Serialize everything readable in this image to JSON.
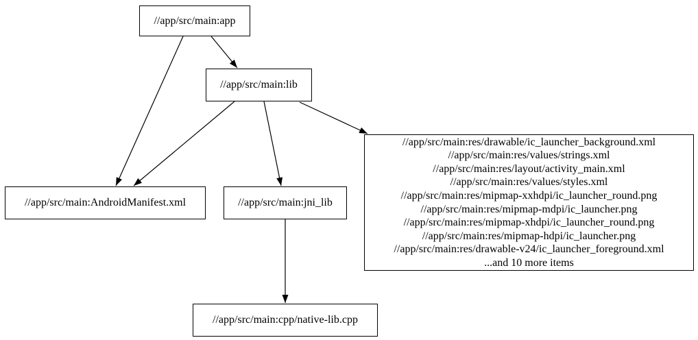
{
  "diagram": {
    "type": "dependency-graph",
    "colors": {
      "background": "#ffffff",
      "node_border": "#000000",
      "text": "#000000",
      "edge": "#000000"
    },
    "nodes": {
      "app": {
        "label": "//app/src/main:app"
      },
      "lib": {
        "label": "//app/src/main:lib"
      },
      "manifest": {
        "label": "//app/src/main:AndroidManifest.xml"
      },
      "jni_lib": {
        "label": "//app/src/main:jni_lib"
      },
      "native_lib": {
        "label": "//app/src/main:cpp/native-lib.cpp"
      },
      "res_files": {
        "lines": [
          "//app/src/main:res/drawable/ic_launcher_background.xml",
          "//app/src/main:res/values/strings.xml",
          "//app/src/main:res/layout/activity_main.xml",
          "//app/src/main:res/values/styles.xml",
          "//app/src/main:res/mipmap-xxhdpi/ic_launcher_round.png",
          "//app/src/main:res/mipmap-mdpi/ic_launcher.png",
          "//app/src/main:res/mipmap-xhdpi/ic_launcher_round.png",
          "//app/src/main:res/mipmap-hdpi/ic_launcher.png",
          "//app/src/main:res/drawable-v24/ic_launcher_foreground.xml",
          "...and 10 more items"
        ]
      }
    },
    "edges": [
      {
        "from": "app",
        "to": "lib"
      },
      {
        "from": "app",
        "to": "manifest"
      },
      {
        "from": "lib",
        "to": "manifest"
      },
      {
        "from": "lib",
        "to": "jni_lib"
      },
      {
        "from": "lib",
        "to": "res_files"
      },
      {
        "from": "jni_lib",
        "to": "native_lib"
      }
    ]
  }
}
